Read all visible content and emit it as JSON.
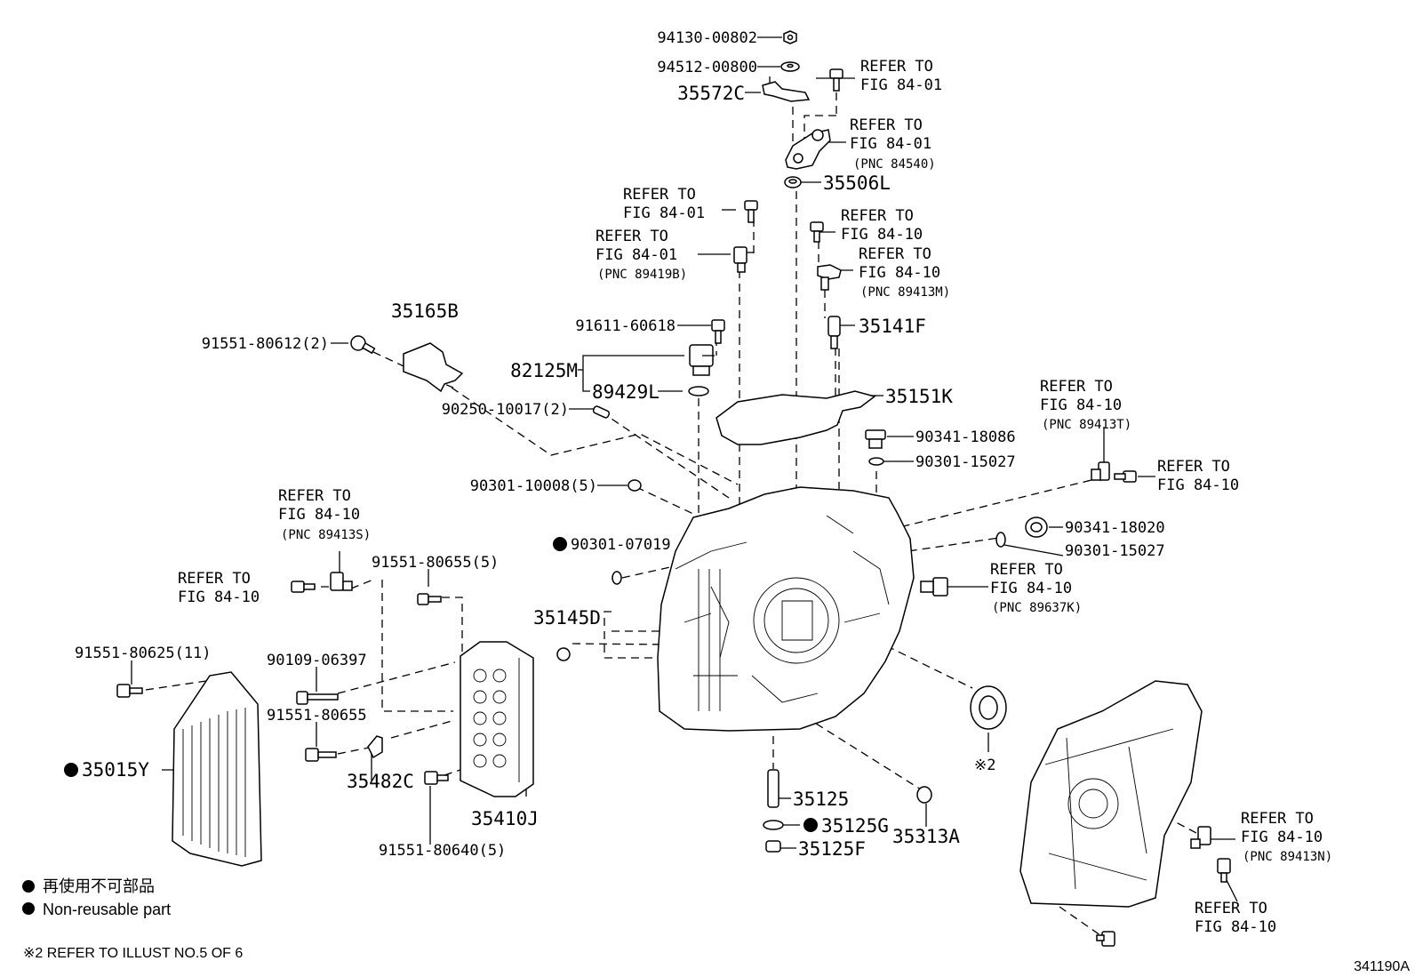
{
  "labels": {
    "p94130": "94130-00802",
    "p94512": "94512-00800",
    "p35572C": "35572C",
    "ref_84_01": "REFER TO",
    "fig_84_01": "FIG 84-01",
    "fig_84_10": "FIG 84-10",
    "pnc_84540": "(PNC 84540)",
    "p35506L": "35506L",
    "pnc_89419B": "(PNC 89419B)",
    "pnc_89413M": "(PNC 89413M)",
    "pnc_89413T": "(PNC 89413T)",
    "pnc_89413S": "(PNC 89413S)",
    "pnc_89637K": "(PNC 89637K)",
    "pnc_89413N": "(PNC 89413N)",
    "p35165B": "35165B",
    "p91551_80612": "91551-80612(2)",
    "p91611": "91611-60618",
    "p35141F": "35141F",
    "p82125M": "82125M",
    "p89429L": "89429L",
    "p35151K": "35151K",
    "p90250": "90250-10017(2)",
    "p90341_18086": "90341-18086",
    "p90301_15027": "90301-15027",
    "p90301_10008": "90301-10008(5)",
    "p90341_18020": "90341-18020",
    "p90301_07019": "90301-07019",
    "p91551_80655_5": "91551-80655(5)",
    "p35145D": "35145D",
    "p91551_80625": "91551-80625(11)",
    "p90109": "90109-06397",
    "p91551_80655": "91551-80655",
    "p35015Y": "35015Y",
    "p35482C": "35482C",
    "p35410J": "35410J",
    "p91551_80640": "91551-80640(5)",
    "p35125": "35125",
    "p35125G": "35125G",
    "p35125F": "35125F",
    "p35313A": "35313A",
    "note2": "※2"
  },
  "legend": {
    "jp": "再使用不可部品",
    "en": "Non-reusable part",
    "note": "※2   REFER TO ILLUST NO.5 OF 6"
  },
  "illustration_id": "341190A"
}
